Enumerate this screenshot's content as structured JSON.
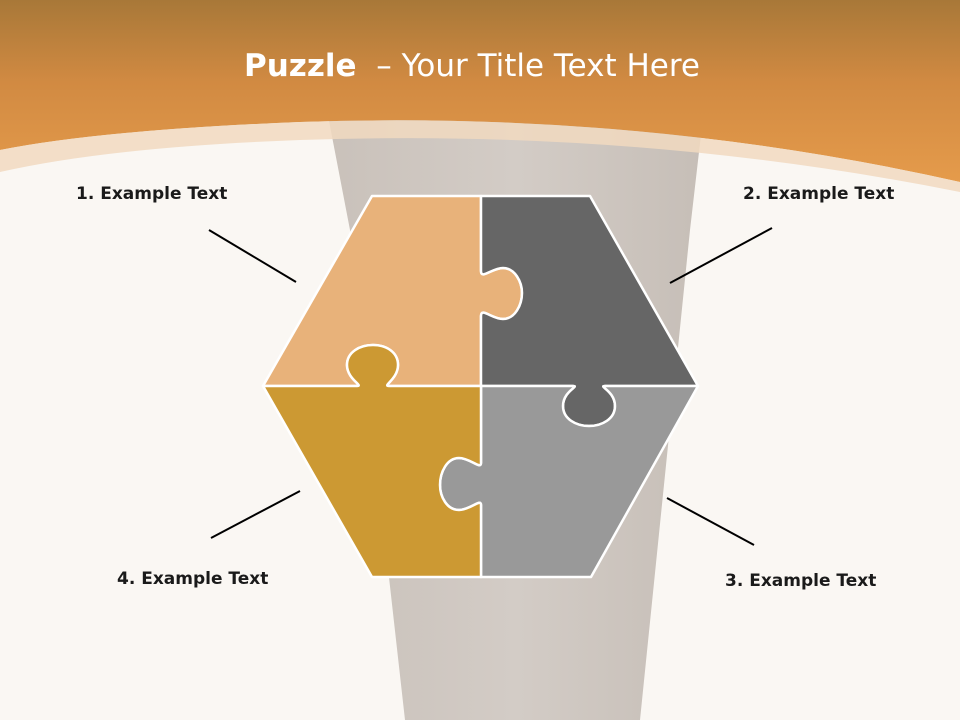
{
  "title": {
    "strong": "Puzzle",
    "rest": "  – Your Title Text Here"
  },
  "pieces": [
    {
      "id": 1,
      "label": "1. Example Text",
      "color": "#e8b27a"
    },
    {
      "id": 2,
      "label": "2. Example Text",
      "color": "#666666"
    },
    {
      "id": 3,
      "label": "3. Example Text",
      "color": "#999999"
    },
    {
      "id": 4,
      "label": "4. Example Text",
      "color": "#cc9933"
    }
  ],
  "colors": {
    "header_orange": "#e59b4b",
    "header_brown": "#a87838",
    "background": "#faf7f3",
    "shadow_band": "#cdc6c0"
  }
}
